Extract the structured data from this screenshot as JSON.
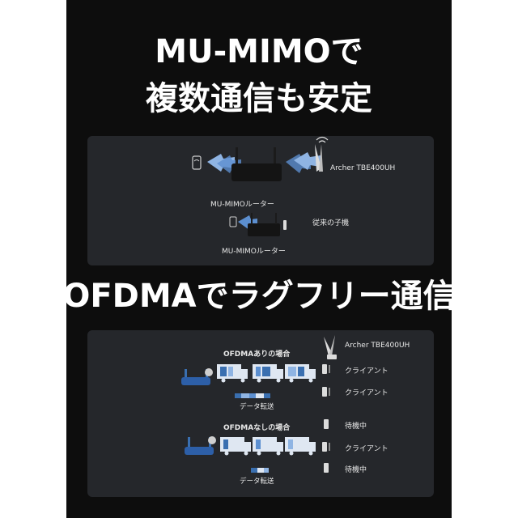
{
  "headlines": {
    "mumimo": "MU-MIMOで",
    "stable": "複数通信も安定",
    "ofdma": "OFDMAでラグフリー通信"
  },
  "panel_mumimo": {
    "router_label_top": "MU-MIMOルーター",
    "router_label_bottom": "MU-MIMOルーター",
    "adapter_label": "Archer TBE400UH",
    "legacy_label": "従来の子機"
  },
  "panel_ofdma": {
    "with_title": "OFDMAありの場合",
    "without_title": "OFDMAなしの場合",
    "data_label_1": "データ転送",
    "data_label_2": "データ転送",
    "adapter_label": "Archer TBE400UH",
    "right_list": [
      "クライアント",
      "クライアント",
      "待機中",
      "クライアント",
      "待機中"
    ]
  },
  "colors": {
    "background": "#0d0d0d",
    "panel": "#25272b",
    "accent": "#3a6fb0",
    "text": "#ffffff"
  }
}
